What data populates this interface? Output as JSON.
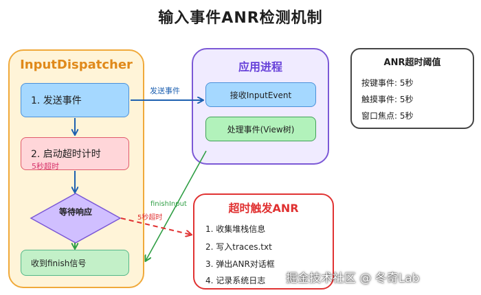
{
  "title": "输入事件ANR检测机制",
  "dispatcher": {
    "title": "InputDispatcher",
    "step1": "1. 发送事件",
    "step2": "2. 启动超时计时",
    "timeout_note": "5秒超时",
    "wait": "等待响应",
    "receive": "收到finish信号"
  },
  "app_process": {
    "title": "应用进程",
    "receive_event": "接收InputEvent",
    "handle_event": "处理事件(View树)"
  },
  "thresholds": {
    "title": "ANR超时阈值",
    "items": [
      "按键事件: 5秒",
      "触摸事件: 5秒",
      "窗口焦点: 5秒"
    ]
  },
  "anr": {
    "title": "超时触发ANR",
    "items": [
      "1. 收集堆栈信息",
      "2. 写入traces.txt",
      "3. 弹出ANR对话框",
      "4. 记录系统日志"
    ]
  },
  "edges": {
    "send_event": "发送事件",
    "finish_input": "finishInput",
    "timeout": "5秒超时"
  },
  "watermark": "掘金技术社区 @ 冬奇Lab",
  "colors": {
    "dispatcher_border": "#f0a93a",
    "dispatcher_fill": "#fff4d8",
    "app_border": "#7b58d6",
    "app_fill": "#f0ebff",
    "anr_border": "#e03131",
    "blue_arrow": "#1c5fb0",
    "green_arrow": "#2f9e44",
    "red_arrow": "#e03131"
  }
}
